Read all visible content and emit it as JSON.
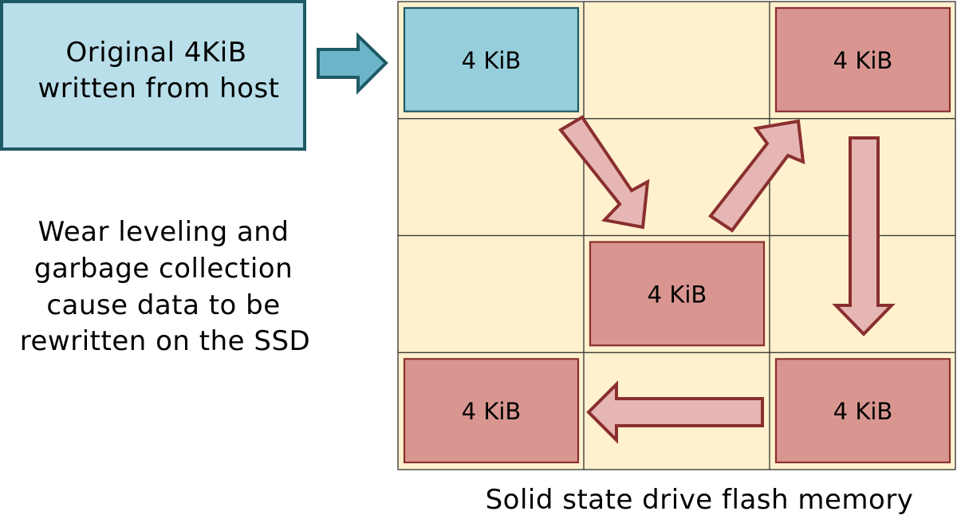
{
  "colors": {
    "host_fill": "#b9dfea",
    "host_stroke": "#1e5a66",
    "host_arrow_fill": "#6cb5c9",
    "grid_fill": "#fff1cd",
    "grid_stroke": "#3a3a3a",
    "original_block_fill": "#96cedc",
    "original_block_stroke": "#1e5a66",
    "rewritten_block_fill": "#d99690",
    "rewritten_block_stroke": "#8a2f2f",
    "move_arrow_fill": "#e6b6b4",
    "move_arrow_stroke": "#8a2f2f"
  },
  "host_box": {
    "line1": "Original 4KiB",
    "line2": "written from host"
  },
  "explanation": {
    "line1": "Wear leveling and",
    "line2": "garbage collection",
    "line3": "cause data to be",
    "line4": "rewritten on the SSD"
  },
  "grid": {
    "rows": 4,
    "cols": 3,
    "caption": "Solid state drive flash memory"
  },
  "blocks": [
    {
      "id": "original",
      "row": 0,
      "col": 0,
      "label": "4 KiB",
      "kind": "original"
    },
    {
      "id": "top-right",
      "row": 0,
      "col": 2,
      "label": "4 KiB",
      "kind": "rewritten"
    },
    {
      "id": "middle",
      "row": 2,
      "col": 1,
      "label": "4 KiB",
      "kind": "rewritten"
    },
    {
      "id": "bottom-left",
      "row": 3,
      "col": 0,
      "label": "4 KiB",
      "kind": "rewritten"
    },
    {
      "id": "bottom-right",
      "row": 3,
      "col": 2,
      "label": "4 KiB",
      "kind": "rewritten"
    }
  ],
  "moves": [
    {
      "from": "original",
      "to": "middle"
    },
    {
      "from": "middle",
      "to": "top-right"
    },
    {
      "from": "top-right",
      "to": "bottom-right"
    },
    {
      "from": "bottom-right",
      "to": "bottom-left"
    }
  ]
}
